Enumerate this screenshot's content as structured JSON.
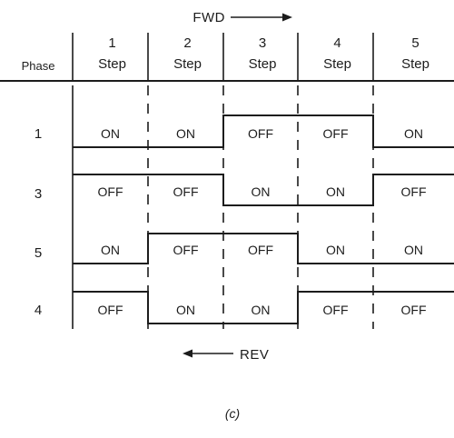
{
  "header": {
    "fwd_label": "FWD",
    "phase_label": "Phase",
    "steps": [
      {
        "number": "1",
        "label": "Step"
      },
      {
        "number": "2",
        "label": "Step"
      },
      {
        "number": "3",
        "label": "Step"
      },
      {
        "number": "4",
        "label": "Step"
      },
      {
        "number": "5",
        "label": "Step"
      }
    ]
  },
  "rows": [
    {
      "phase": "1",
      "states": [
        "ON",
        "ON",
        "OFF",
        "OFF",
        "ON"
      ]
    },
    {
      "phase": "3",
      "states": [
        "OFF",
        "OFF",
        "ON",
        "ON",
        "OFF"
      ]
    },
    {
      "phase": "5",
      "states": [
        "ON",
        "OFF",
        "OFF",
        "ON",
        "ON"
      ]
    },
    {
      "phase": "4",
      "states": [
        "OFF",
        "ON",
        "ON",
        "OFF",
        "OFF"
      ]
    }
  ],
  "footer": {
    "rev_label": "REV",
    "caption": "(c)"
  }
}
